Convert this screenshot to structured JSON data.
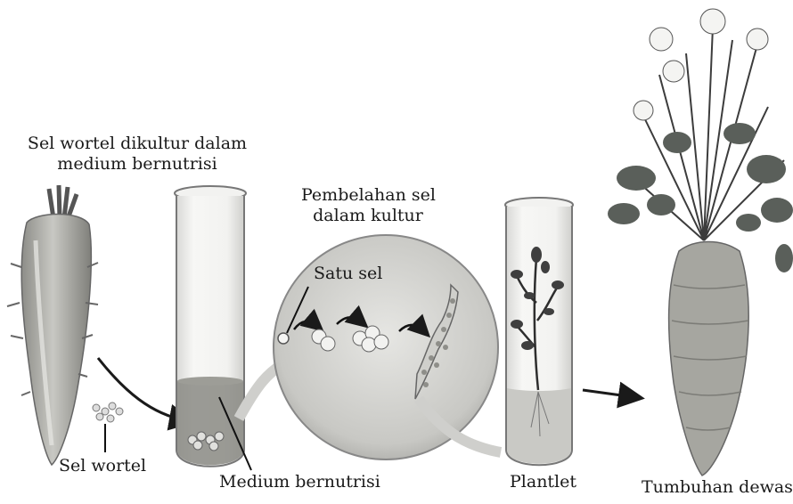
{
  "labels": {
    "carrot_cells_cultured_line1": "Sel wortel dikultur dalam",
    "carrot_cells_cultured_line2": "medium bernutrisi",
    "cell_division_line1": "Pembelahan sel",
    "cell_division_line2": "dalam kultur",
    "single_cell": "Satu sel",
    "carrot_cells": "Sel wortel",
    "nutrient_medium": "Medium bernutrisi",
    "plantlet": "Plantlet",
    "mature_plant": "Tumbuhan dewasa"
  },
  "icons": [
    "carrot-root-icon",
    "test-tube-icon",
    "cell-culture-circle-icon",
    "plantlet-tube-icon",
    "mature-carrot-plant-icon"
  ],
  "colors": {
    "medium": "#8a8a84",
    "ink": "#1a1a1a",
    "circle": "#cfcfcc",
    "leaf": "#4a4f4a",
    "carrot": "#a6a6a0"
  }
}
